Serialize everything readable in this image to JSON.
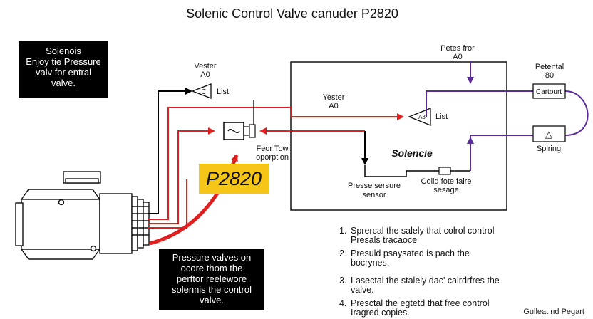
{
  "title": "Solenic Control Valve canuder P2820",
  "colors": {
    "red": "#e02020",
    "purple": "#5b2a9a",
    "black": "#000000",
    "yellow": "#f5c518"
  },
  "notes": {
    "top_left": [
      "Solenois",
      "Enjoy tie Pressure",
      "valv for entral",
      "valve."
    ],
    "bottom_left": [
      "Pressure valves on",
      "ocore thom the",
      "perftor reelewore",
      "solennis the control",
      "valve."
    ]
  },
  "code_badge": "P2820",
  "labels": {
    "vester_left": [
      "Vester",
      "A0"
    ],
    "list_left": "List",
    "vester_mid": [
      "Yester",
      "A0"
    ],
    "list_mid": "List",
    "petes_fror": [
      "Petes fror",
      "A0"
    ],
    "potental": [
      "Petental",
      "80"
    ],
    "cartoon": "Cartourt",
    "spliring": "Splring",
    "solencie": "Solencie",
    "feor_tow": [
      "Feor Tow",
      "oporption"
    ],
    "pressure_sensor": [
      "Presse sersure",
      "sensor"
    ],
    "colid_fote": [
      "Colid fote falre",
      "sesage"
    ]
  },
  "icons": {
    "c_triangle": "C",
    "a_triangle": "A3",
    "delta": "△"
  },
  "steps": [
    {
      "num": "1.",
      "text": "Sprercal the salely that colrol control\nPresals tracaoce"
    },
    {
      "num": "2",
      "text": "Presuld psaysated is pach the\nbocrynes."
    },
    {
      "num": "3.",
      "text": "Lasectal the stalely dac' calrdrfres the\nvalve."
    },
    {
      "num": "4.",
      "text": "Presctal the egtetd that free control\nIragred copies."
    }
  ],
  "credit": "Gulleat nd Pegart"
}
